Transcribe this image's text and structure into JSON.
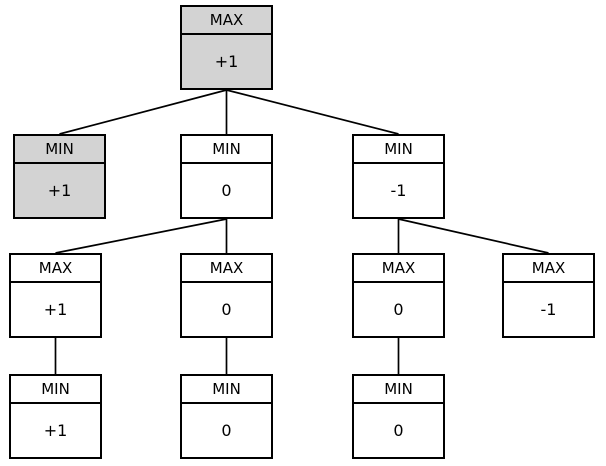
{
  "diagram": {
    "kind": "minimax-game-tree",
    "colors": {
      "background": "#ffffff",
      "node_fill": "#ffffff",
      "shaded_fill": "#d3d3d3",
      "line": "#000000",
      "text": "#000000"
    },
    "nodes": [
      {
        "id": "n0",
        "type": "MAX",
        "value": "+1",
        "shaded": true,
        "level": 1
      },
      {
        "id": "n1",
        "type": "MIN",
        "value": "+1",
        "shaded": true,
        "level": 2
      },
      {
        "id": "n2",
        "type": "MIN",
        "value": "0",
        "shaded": false,
        "level": 2
      },
      {
        "id": "n3",
        "type": "MIN",
        "value": "-1",
        "shaded": false,
        "level": 2
      },
      {
        "id": "n4",
        "type": "MAX",
        "value": "+1",
        "shaded": false,
        "level": 3
      },
      {
        "id": "n5",
        "type": "MAX",
        "value": "0",
        "shaded": false,
        "level": 3
      },
      {
        "id": "n6",
        "type": "MAX",
        "value": "0",
        "shaded": false,
        "level": 3
      },
      {
        "id": "n7",
        "type": "MAX",
        "value": "-1",
        "shaded": false,
        "level": 3
      },
      {
        "id": "n8",
        "type": "MIN",
        "value": "+1",
        "shaded": false,
        "level": 4
      },
      {
        "id": "n9",
        "type": "MIN",
        "value": "0",
        "shaded": false,
        "level": 4
      },
      {
        "id": "n10",
        "type": "MIN",
        "value": "0",
        "shaded": false,
        "level": 4
      }
    ],
    "edges": [
      {
        "from": "n0",
        "to": "n1"
      },
      {
        "from": "n0",
        "to": "n2"
      },
      {
        "from": "n0",
        "to": "n3"
      },
      {
        "from": "n2",
        "to": "n4"
      },
      {
        "from": "n2",
        "to": "n5"
      },
      {
        "from": "n3",
        "to": "n6"
      },
      {
        "from": "n3",
        "to": "n7"
      },
      {
        "from": "n4",
        "to": "n8"
      },
      {
        "from": "n5",
        "to": "n9"
      },
      {
        "from": "n6",
        "to": "n10"
      }
    ]
  }
}
